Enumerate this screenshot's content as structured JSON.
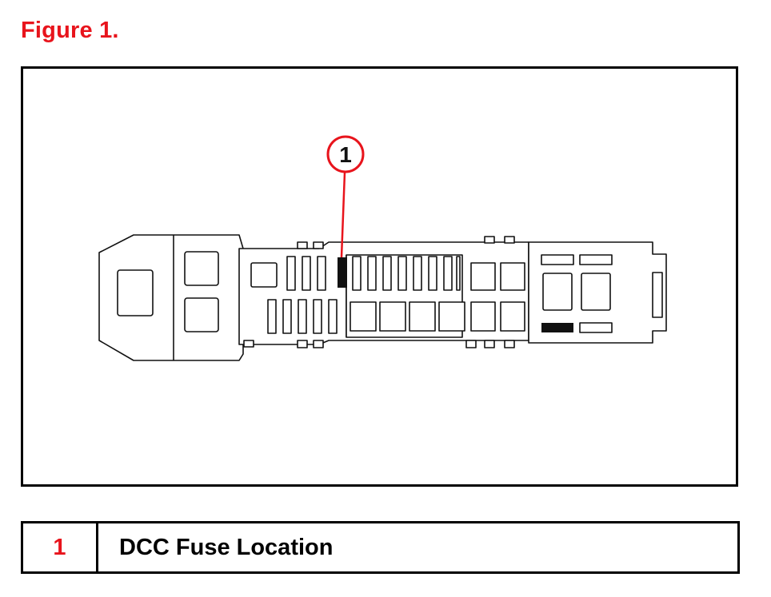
{
  "figure": {
    "title": "Figure 1."
  },
  "callout": {
    "number": "1",
    "color": "#e8141c"
  },
  "legend": {
    "rows": [
      {
        "number": "1",
        "description": "DCC Fuse Location"
      }
    ]
  },
  "colors": {
    "accent": "#e8141c",
    "line": "#000000",
    "background": "#ffffff"
  }
}
